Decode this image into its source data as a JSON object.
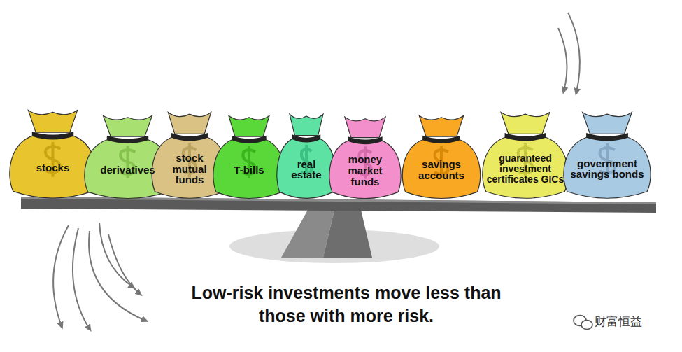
{
  "diagram": {
    "caption": "Low-risk investments move less than those with more risk.",
    "nodes": [
      {
        "text": [
          "stocks"
        ]
      },
      {
        "text": [
          "derivatives"
        ]
      },
      {
        "text": [
          "stock mutual funds"
        ]
      },
      {
        "text": [
          "T-bills"
        ]
      },
      {
        "text": [
          "real estate"
        ]
      },
      {
        "text": [
          "money market funds"
        ]
      },
      {
        "text": [
          "savings accounts"
        ]
      },
      {
        "text": [
          "guaranteed investment certificates GICs"
        ]
      },
      {
        "text": [
          "government savings bonds"
        ]
      }
    ],
    "labels": [
      "财富恒益"
    ]
  }
}
